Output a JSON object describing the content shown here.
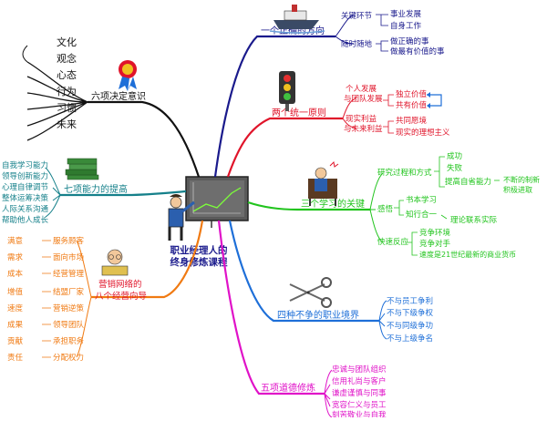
{
  "center": {
    "line1": "职业经理人的",
    "line2": "终身修炼课程"
  },
  "colors": {
    "navy": "#1a1a8c",
    "red": "#e0142a",
    "green": "#22c41e",
    "blue": "#1e6fd8",
    "magenta": "#e012c8",
    "orange": "#f07a12",
    "teal": "#15808a",
    "black": "#111111"
  },
  "branches": {
    "direction": {
      "title": "一个正确的方向",
      "items": [
        {
          "label": "关键环节",
          "subs": [
            "事业发展",
            "自身工作"
          ]
        },
        {
          "label": "随时随地",
          "subs": [
            "做正确的事",
            "做最有价值的事"
          ]
        }
      ]
    },
    "two_unity": {
      "title": "两个统一原则",
      "items": [
        {
          "label1": "个人发展",
          "label2": "与团队发展",
          "subs": [
            "独立价值",
            "共有价值"
          ]
        },
        {
          "label1": "现实利益",
          "label2": "与未来利益",
          "subs": [
            "共同愿境",
            "现实的理想主义"
          ]
        }
      ]
    },
    "three_learning": {
      "title": "三个学习的关键",
      "items": [
        {
          "label": "研究过程和方式",
          "subs": [
            "成功",
            "失败",
            "提高自省能力"
          ],
          "extra1": "不断的制新",
          "extra2": "积极进取"
        },
        {
          "label": "感悟",
          "subs": [
            "书本学习",
            "知行合一"
          ],
          "extra": "理论联系实际"
        },
        {
          "label": "快速反应",
          "subs": [
            "竞争环境",
            "竞争对手",
            "速度是21世纪最新的商业货币"
          ]
        }
      ]
    },
    "four_no_fight": {
      "title": "四种不争的职业境界",
      "items": [
        "不与员工争利",
        "不与下级争权",
        "不与同级争功",
        "不与上级争名"
      ]
    },
    "five_morals": {
      "title": "五项道德修炼",
      "items": [
        "忠诚与团队组织",
        "信用礼尚与客户",
        "谦虚谨慎与同事",
        "宽容仁义与员工",
        "刻苦敬业与自我"
      ]
    },
    "marketing": {
      "title1": "营销网络的",
      "title2": "八个经营向导",
      "items": [
        {
          "left": "满意",
          "right": "服务顾客"
        },
        {
          "left": "需求",
          "right": "面向市场"
        },
        {
          "left": "成本",
          "right": "经营管理"
        },
        {
          "left": "增值",
          "right": "结盟厂家"
        },
        {
          "left": "速度",
          "right": "营销逆策"
        },
        {
          "left": "成果",
          "right": "领导团队"
        },
        {
          "left": "贡献",
          "right": "承担职务"
        },
        {
          "left": "责任",
          "right": "分配权力"
        }
      ]
    },
    "seven_abilities": {
      "title": "七项能力的提高",
      "items": [
        "自我学习能力",
        "领导创新能力",
        "心理自律调节",
        "整体运筹决策",
        "人际关系沟通",
        "帮助他人成长"
      ]
    },
    "six_decisions": {
      "title": "六项决定意识",
      "items": [
        "文化",
        "观念",
        "心态",
        "行为",
        "习惯",
        "未来"
      ]
    }
  }
}
